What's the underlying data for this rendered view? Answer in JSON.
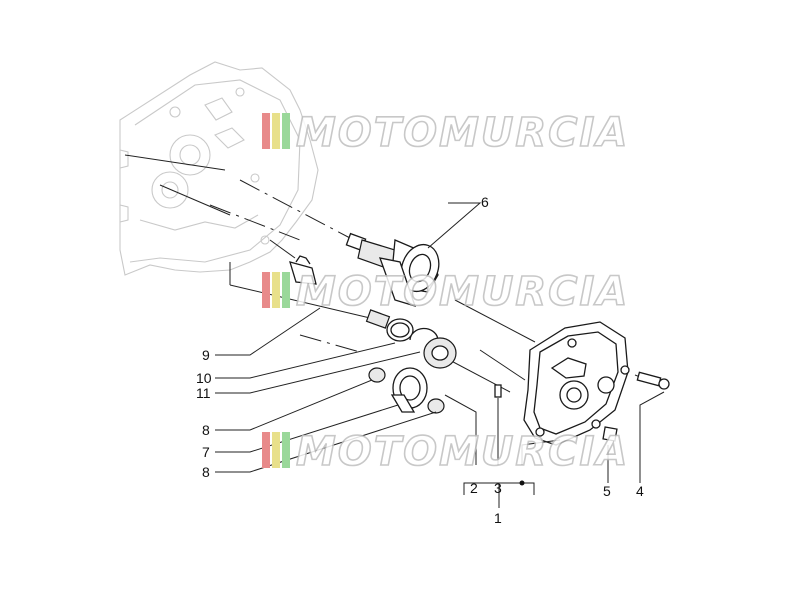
{
  "watermark": {
    "text": "MOTOMURCIA"
  },
  "callouts": [
    {
      "id": "1",
      "label": "1"
    },
    {
      "id": "2",
      "label": "2"
    },
    {
      "id": "3",
      "label": "3"
    },
    {
      "id": "4",
      "label": "4"
    },
    {
      "id": "5",
      "label": "5"
    },
    {
      "id": "6",
      "label": "6"
    },
    {
      "id": "7",
      "label": "7"
    },
    {
      "id": "8a",
      "label": "8"
    },
    {
      "id": "8b",
      "label": "8"
    },
    {
      "id": "9",
      "label": "9"
    },
    {
      "id": "10",
      "label": "10"
    },
    {
      "id": "11",
      "label": "11"
    }
  ],
  "colors": {
    "stripe_red": "#e88a8a",
    "stripe_yellow": "#e8e08a",
    "stripe_green": "#9ad89a"
  }
}
